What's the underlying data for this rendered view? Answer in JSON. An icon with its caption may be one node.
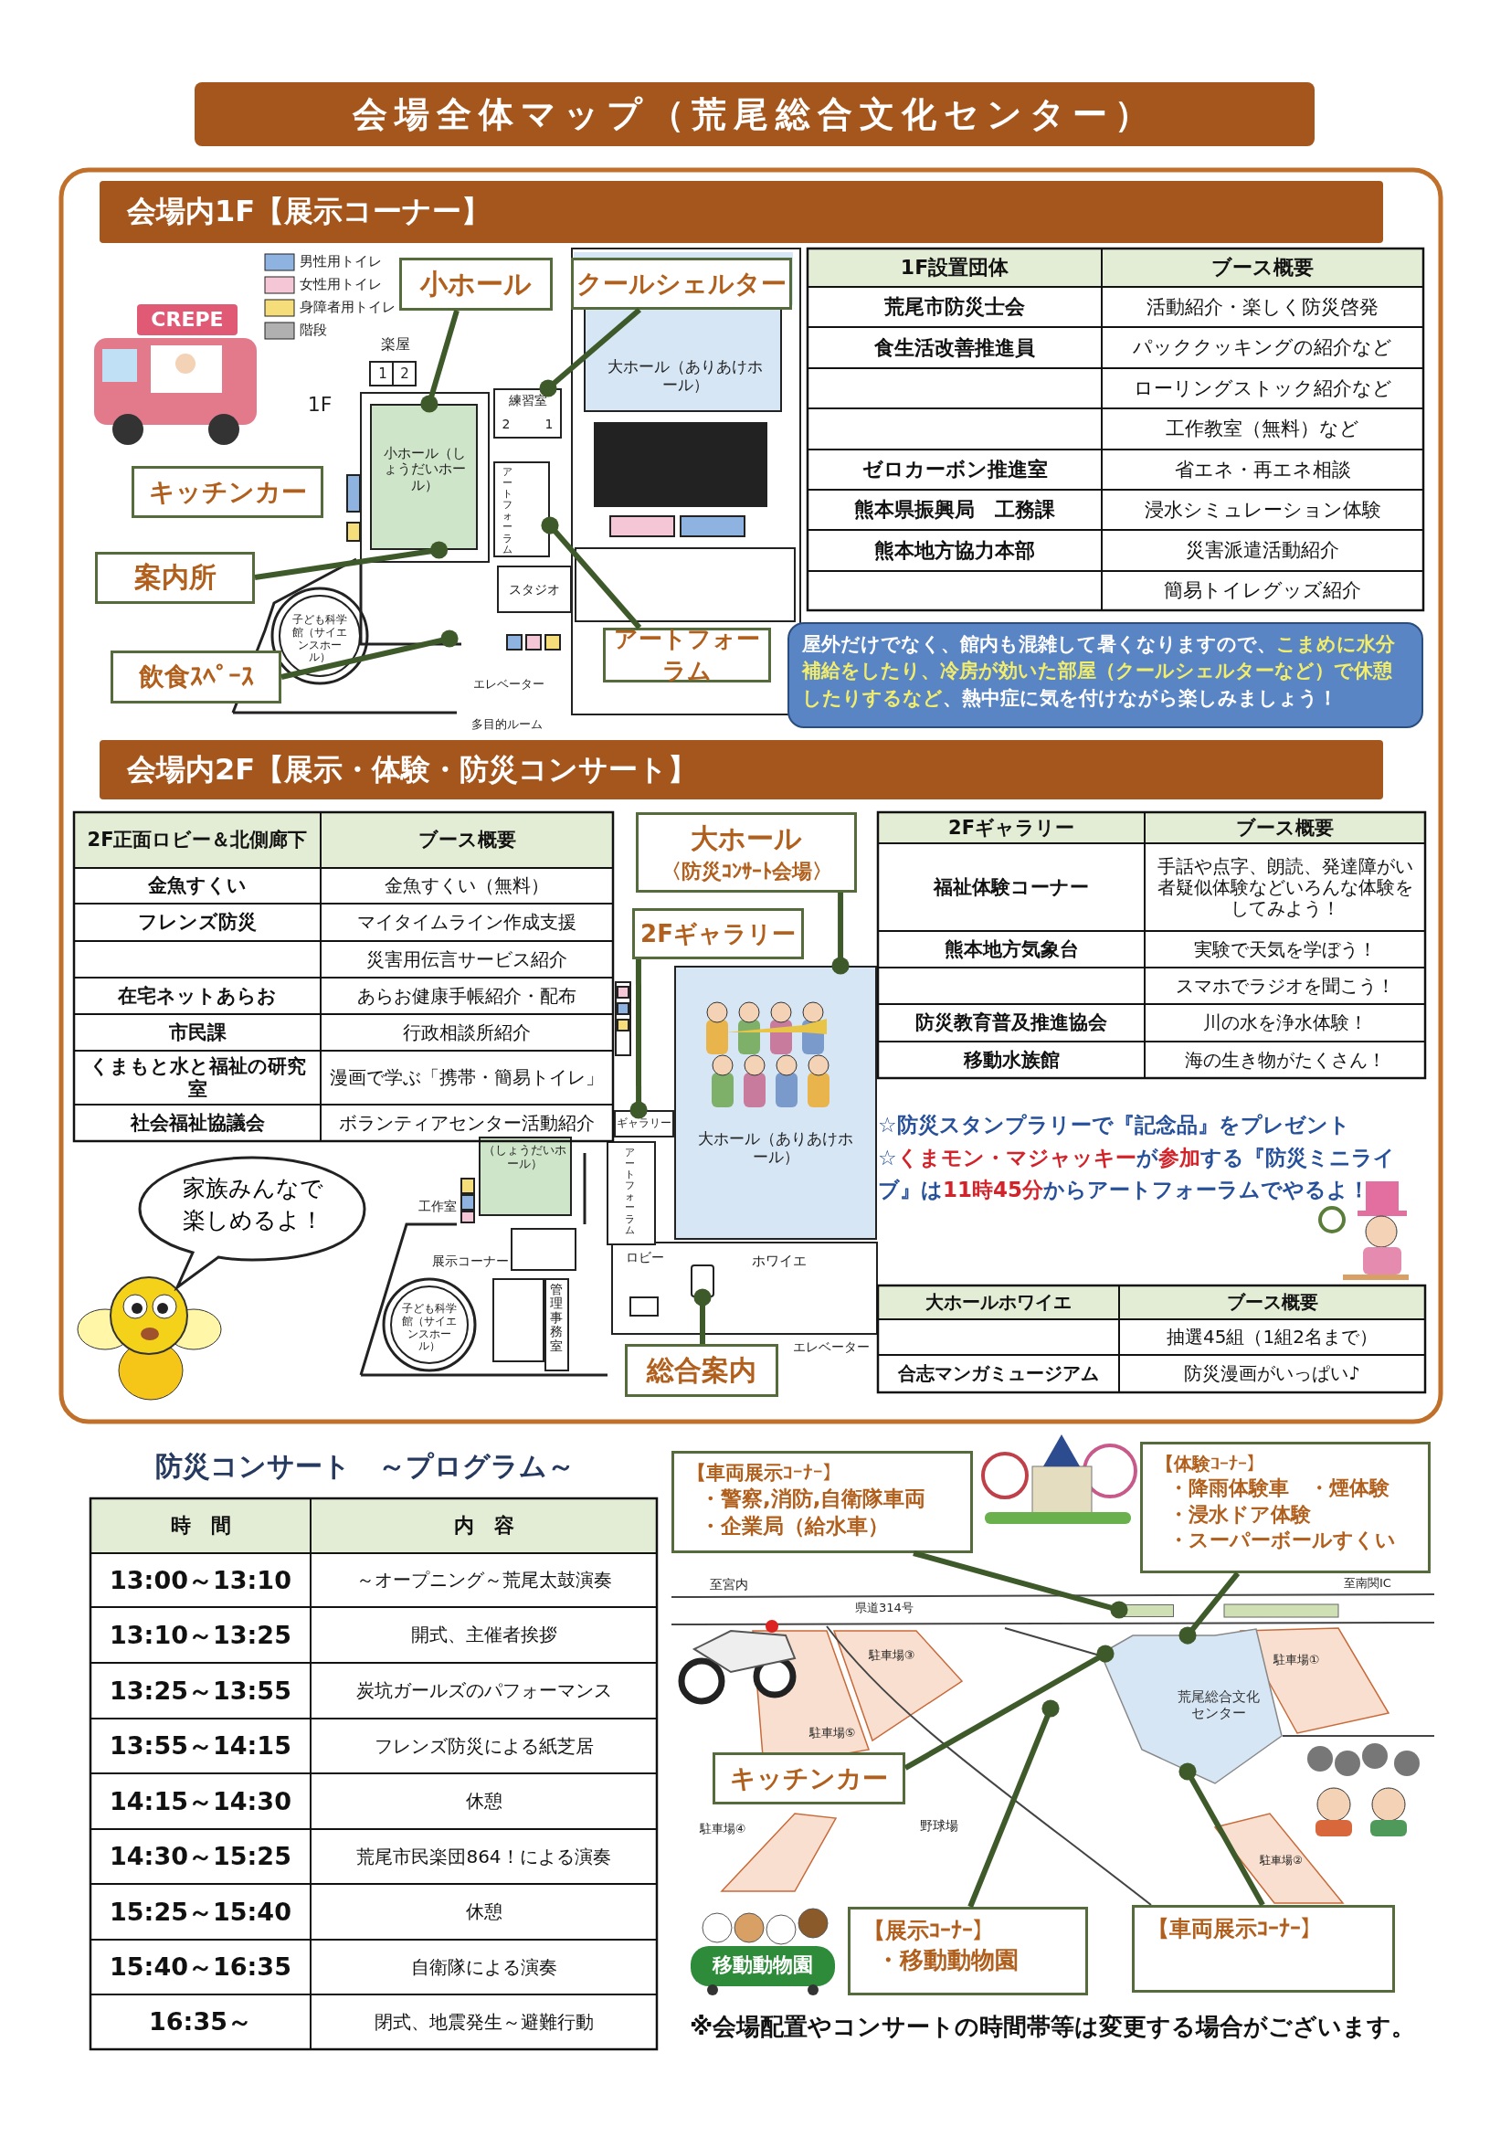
{
  "diagram": {
    "nodes": [
      {
        "text": [
          "会場全体マップ（荒尾総合文化センター）"
        ]
      },
      {
        "text": [
          "会場内1F【展示コーナー】"
        ]
      },
      {
        "text": [
          "小ホール"
        ]
      },
      {
        "text": [
          "クールシェルター"
        ]
      },
      {
        "text": [
          "キッチンカー"
        ]
      },
      {
        "text": [
          "案内所"
        ]
      },
      {
        "text": [
          "飲食ｽﾍﾟｰｽ"
        ]
      },
      {
        "text": [
          "アートフォーラム"
        ]
      },
      {
        "text": [
          "小ホール（しょうだいホール）"
        ]
      },
      {
        "text": [
          "練習室"
        ]
      },
      {
        "text": [
          "アートフォーラム"
        ]
      },
      {
        "text": [
          "屋外だけでなく、館内も混雑して暑くなりますので、**こまめに水分補給をしたり、冷房が効いた部屋（クールシェルターなど）で休憩したりするなど**、熱中症に気を付けながら楽しみましょう！"
        ]
      },
      {
        "text": [
          "会場内2F【展示・体験・防災コンサート】"
        ]
      },
      {
        "text": [
          "大ホール",
          "〈防災ｺﾝｻｰﾄ会場〉"
        ]
      },
      {
        "text": [
          "2Fギャラリー"
        ]
      },
      {
        "text": [
          "総合案内"
        ]
      },
      {
        "text": [
          "ギャラリー"
        ]
      },
      {
        "text": [
          "大ホール（ありあけホール）"
        ]
      },
      {
        "text": [],
        "shape": "box"
      },
      {
        "text": [
          "家族みんなで楽しめるよ！"
        ]
      },
      {
        "text": [
          "【車両展示ｺｰﾅｰ】",
          "・警察,消防,自衛隊車両",
          "・企業局（給水車）"
        ]
      },
      {
        "text": [
          "【体験ｺｰﾅｰ】",
          "・降雨体験車　・煙体験",
          "・浸水ドア体験",
          "・スーパーボールすくい"
        ]
      },
      {
        "text": [
          "キッチンカー"
        ]
      },
      {
        "text": [
          "【展示ｺｰﾅｰ】",
          "・移動動物園"
        ]
      },
      {
        "text": [
          "【車両展示ｺｰﾅｰ】"
        ]
      },
      {
        "text": [
          "荒尾総合文化センター"
        ]
      },
      {
        "text": [],
        "shape": "bar"
      }
    ],
    "edges": [
      {
        "from": 2,
        "to": 8,
        "arrow": "other"
      },
      {
        "from": 3,
        "to": 9,
        "arrow": "other"
      },
      {
        "from": 5,
        "to": 8,
        "arrow": "other"
      },
      {
        "from": 6,
        "to": null,
        "arrow": "other"
      },
      {
        "from": 7,
        "to": 10,
        "arrow": "other"
      },
      {
        "from": 13,
        "to": 17,
        "arrow": "other"
      },
      {
        "from": 14,
        "to": 16,
        "arrow": "other"
      },
      {
        "from": 15,
        "to": 18,
        "arrow": "other"
      },
      {
        "from": 20,
        "to": 26,
        "arrow": "other"
      },
      {
        "from": 21,
        "to": 25,
        "arrow": "other"
      },
      {
        "from": 22,
        "to": 25,
        "arrow": "other"
      },
      {
        "from": 23,
        "to": null,
        "arrow": "other"
      },
      {
        "from": 24,
        "to": 25,
        "arrow": "other"
      }
    ],
    "labels": [
      "CREPE",
      "楽屋",
      "1",
      "2",
      "1F",
      "2",
      "1",
      "大ホール（ありあけホール）",
      "スタジオ",
      "子ども科学館（サイエンスホール）",
      "エレベーター",
      "多目的ルーム",
      "1F設置団体",
      "ブース概要",
      "荒尾市防災士会",
      "活動紹介・楽しく防災啓発",
      "食生活改善推進員",
      "パッククッキングの紹介など",
      "ローリングストック紹介など",
      "工作教室（無料）など",
      "ゼロカーボン推進室",
      "省エネ・再エネ相談",
      "熊本県振興局　工務課",
      "浸水シミュレーション体験",
      "熊本地方協力本部",
      "災害派遣活動紹介",
      "簡易トイレグッズ紹介",
      "2F正面ロビー＆北側廊下",
      "ブース概要",
      "金魚すくい",
      "金魚すくい（無料）",
      "フレンズ防災",
      "マイタイムライン作成支援",
      "災害用伝言サービス紹介",
      "在宅ネットあらお",
      "あらお健康手帳紹介・配布",
      "市民課",
      "行政相談所紹介",
      "くまもと水と福祉の研究室",
      "漫画で学ぶ「携帯・簡易トイレ」",
      "社会福祉協議会",
      "ボランティアセンター活動紹介",
      "2Fギャラリー",
      "ブース概要",
      "福祉体験コーナー",
      "手話や点字、朗読、発達障がい者疑似体験などいろんな体験をしてみよう！",
      "熊本地方気象台",
      "実験で天気を学ぼう！",
      "スマホでラジオを聞こう！",
      "防災教育普及推進協会",
      "川の水を浄水体験！",
      "移動水族館",
      "海の生き物がたくさん！",
      "☆防災スタンプラリーで『記念品』をプレゼント",
      "☆**くまモン・マジャッキー**が**参加**する『防災ミニライブ』は**11時45分**からアートフォーラムでやるよ！",
      "（しょうだいホール）",
      "アートフォーラム",
      "工作室",
      "展示コーナー",
      "子ども科学館（サイエンスホール）",
      "管理事務室",
      "ロビー",
      "ホワイエ",
      "エレベーター",
      "大ホールホワイエ",
      "ブース概要",
      "抽選45組（1組2名まで）",
      "合志マンガミュージアム",
      "防災漫画がいっぱい♪",
      "防災コンサート　～プログラム～",
      "時　間",
      "内　容",
      "13:00～13:10",
      "～オープニング～荒尾太鼓演奏",
      "13:10～13:25",
      "開式、主催者挨拶",
      "13:25～13:55",
      "炭坑ガールズのパフォーマンス",
      "13:55～14:15",
      "フレンズ防災による紙芝居",
      "14:15～14:30",
      "休憩",
      "14:30～15:25",
      "荒尾市民楽団864！による演奏",
      "15:25～15:40",
      "休憩",
      "15:40～16:35",
      "自衛隊による演奏",
      "16:35～",
      "閉式、地震発生～避難行動",
      "至宮内",
      "県道314号",
      "至南関IC",
      "駐車場③",
      "駐車場⑤",
      "駐車場①",
      "駐車場④",
      "野球場",
      "駐車場②",
      "移動動物園",
      "※会場配置やコンサートの時間帯等は変更する場合がございます。"
    ],
    "legend": [
      {
        "text": "男性用トイレ",
        "color": "#8fb3e0"
      },
      {
        "text": "女性用トイレ",
        "color": "#f4c6d6"
      },
      {
        "text": "身障者用トイレ",
        "color": "#f5dd7a"
      },
      {
        "text": "階段",
        "color": "#b0b0b0"
      }
    ]
  }
}
